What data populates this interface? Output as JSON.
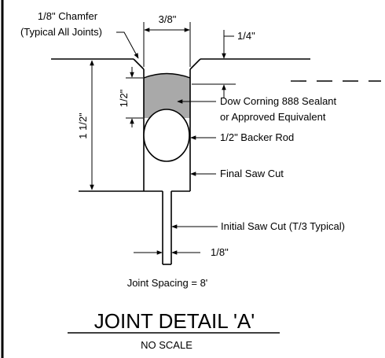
{
  "labels": {
    "chamfer_line1": "1/8\" Chamfer",
    "chamfer_line2": "(Typical All Joints)",
    "top_width": "3/8\"",
    "top_offset": "1/4\"",
    "sealant_depth": "1/2\"",
    "total_depth": "1 1/2\"",
    "sealant_line1": "Dow Corning 888 Sealant",
    "sealant_line2": "or Approved Equivalent",
    "backer_rod": "1/2\" Backer Rod",
    "final_cut": "Final Saw Cut",
    "initial_cut": "Initial Saw Cut (T/3 Typical)",
    "bottom_width": "1/8\"",
    "joint_spacing": "Joint Spacing = 8'",
    "title": "JOINT DETAIL 'A'",
    "subtitle": "NO SCALE"
  },
  "colors": {
    "line": "#000000",
    "sealant_fill": "#a9a9a9",
    "background": "#ffffff"
  }
}
